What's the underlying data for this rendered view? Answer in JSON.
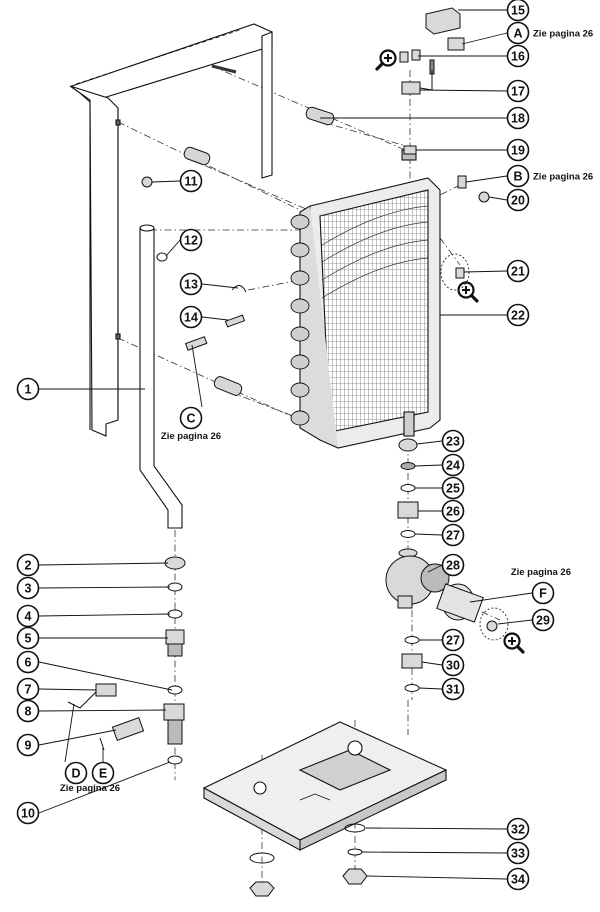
{
  "callouts": [
    {
      "id": "1",
      "label": "1"
    },
    {
      "id": "2",
      "label": "2"
    },
    {
      "id": "3",
      "label": "3"
    },
    {
      "id": "4",
      "label": "4"
    },
    {
      "id": "5",
      "label": "5"
    },
    {
      "id": "6",
      "label": "6"
    },
    {
      "id": "7",
      "label": "7"
    },
    {
      "id": "8",
      "label": "8"
    },
    {
      "id": "9",
      "label": "9"
    },
    {
      "id": "10",
      "label": "10"
    },
    {
      "id": "11",
      "label": "11"
    },
    {
      "id": "12",
      "label": "12"
    },
    {
      "id": "13",
      "label": "13"
    },
    {
      "id": "14",
      "label": "14"
    },
    {
      "id": "15",
      "label": "15"
    },
    {
      "id": "16",
      "label": "16"
    },
    {
      "id": "17",
      "label": "17"
    },
    {
      "id": "18",
      "label": "18"
    },
    {
      "id": "19",
      "label": "19"
    },
    {
      "id": "20",
      "label": "20"
    },
    {
      "id": "21",
      "label": "21"
    },
    {
      "id": "22",
      "label": "22"
    },
    {
      "id": "23",
      "label": "23"
    },
    {
      "id": "24",
      "label": "24"
    },
    {
      "id": "25",
      "label": "25"
    },
    {
      "id": "26",
      "label": "26"
    },
    {
      "id": "27a",
      "label": "27"
    },
    {
      "id": "27b",
      "label": "27"
    },
    {
      "id": "28",
      "label": "28"
    },
    {
      "id": "29",
      "label": "29"
    },
    {
      "id": "30",
      "label": "30"
    },
    {
      "id": "31",
      "label": "31"
    },
    {
      "id": "32",
      "label": "32"
    },
    {
      "id": "33",
      "label": "33"
    },
    {
      "id": "34",
      "label": "34"
    }
  ],
  "references": [
    {
      "id": "A",
      "label": "A",
      "note": "Zie pagina 26"
    },
    {
      "id": "B",
      "label": "B",
      "note": "Zie pagina 26"
    },
    {
      "id": "C",
      "label": "C",
      "note": "Zie pagina 26"
    },
    {
      "id": "D",
      "label": "D",
      "note": "Zie pagina 26"
    },
    {
      "id": "E",
      "label": "E",
      "note": ""
    },
    {
      "id": "F",
      "label": "F",
      "note": "Zie pagina 26"
    }
  ],
  "colors": {
    "line": "#111111",
    "part_fill": "#dcdcdc",
    "part_dark": "#8f8f8f",
    "background": "#ffffff"
  },
  "icons": [
    "zoom-in-icon"
  ]
}
